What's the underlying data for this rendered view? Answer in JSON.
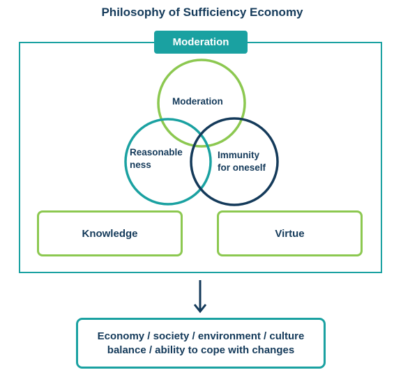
{
  "title": "Philosophy of Sufficiency Economy",
  "frame": {
    "tab_label": "Moderation"
  },
  "venn": {
    "top": "Moderation",
    "left_line1": "Reasonable",
    "left_line2": "ness",
    "right_line1": "Immunity",
    "right_line2": "for oneself"
  },
  "conditions": {
    "knowledge": "Knowledge",
    "virtue": "Virtue"
  },
  "result": {
    "line1": "Economy / society / environment / culture",
    "line2": "balance / ability to cope with changes"
  },
  "colors": {
    "teal": "#1aa1a1",
    "green": "#8cc850",
    "navy": "#143a5a"
  }
}
